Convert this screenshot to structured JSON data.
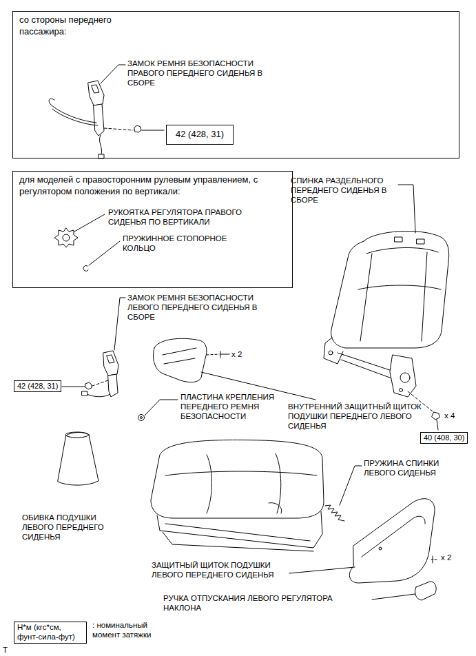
{
  "diagram": {
    "nodes": [
      {
        "text": [
          "со стороны переднего пассажира:"
        ]
      },
      {
        "text": [
          "42 (428, 31)"
        ],
        "in": 0
      },
      {
        "text": [
          "для моделей с правосторонним рулевым управлением, с регулятором положения по вертикали:"
        ]
      },
      {
        "text": [
          "42 (428, 31)"
        ]
      },
      {
        "text": [
          "40 (408, 30)"
        ]
      },
      {
        "text": [
          "Н*м (кгс*см, фунт-сила-фут)"
        ]
      }
    ],
    "labels": [
      "ЗАМОК РЕМНЯ БЕЗОПАСНОСТИ ПРАВОГО ПЕРЕДНЕГО СИДЕНЬЯ В СБОРЕ",
      "РУКОЯТКА РЕГУЛЯТОРА ПРАВОГО СИДЕНЬЯ ПО ВЕРТИКАЛИ",
      "ПРУЖИННОЕ СТОПОРНОЕ КОЛЬЦО",
      "СПИНКА РАЗДЕЛЬНОГО ПЕРЕДНЕГО СИДЕНЬЯ В СБОРЕ",
      "ЗАМОК РЕМНЯ БЕЗОПАСНОСТИ ЛЕВОГО ПЕРЕДНЕГО СИДЕНЬЯ В СБОРЕ",
      "x 2",
      "ПЛАСТИНА КРЕПЛЕНИЯ ПЕРЕДНЕГО РЕМНЯ БЕЗОПАСНОСТИ",
      "ВНУТРЕННИЙ ЗАЩИТНЫЙ ЩИТОК ПОДУШКИ ПЕРЕДНЕГО ЛЕВОГО СИДЕНЬЯ",
      "x 4",
      "ПРУЖИНА СПИНКИ ЛЕВОГО СИДЕНЬЯ",
      "ОБИВКА ПОДУШКИ ЛЕВОГО ПЕРЕДНЕГО СИДЕНЬЯ",
      "x 2",
      "ЗАЩИТНЫЙ ЩИТОК ПОДУШКИ ЛЕВОГО ПЕРЕДНЕГО СИДЕНЬЯ",
      "РУЧКА ОТПУСКАНИЯ ЛЕВОГО РЕГУЛЯТОРА НАКЛОНА",
      ": номинальный момент затяжки",
      "T"
    ]
  }
}
